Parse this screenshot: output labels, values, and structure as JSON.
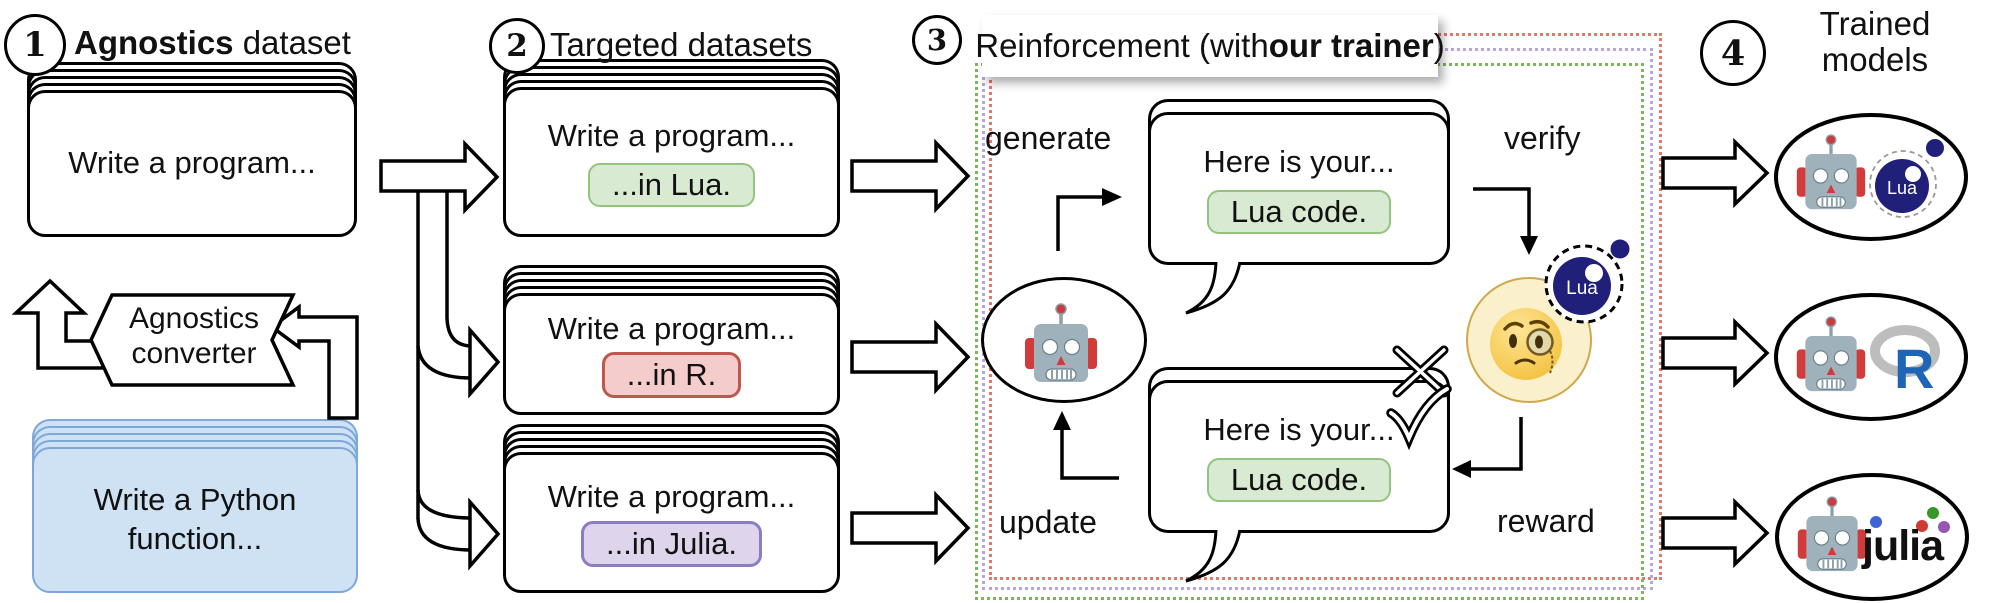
{
  "step1": {
    "number": "1",
    "title_bold": "Agnostics",
    "title_rest": " dataset",
    "card_prompt": "Write a program...",
    "converter_line1": "Agnostics",
    "converter_line2": "converter",
    "python_card_prompt": "Write a Python function..."
  },
  "step2": {
    "number": "2",
    "title": "Targeted datasets",
    "cards": [
      {
        "prompt": "Write a program...",
        "badge": "...in Lua."
      },
      {
        "prompt": "Write a program...",
        "badge": "...in R."
      },
      {
        "prompt": "Write a program...",
        "badge": "...in Julia."
      }
    ]
  },
  "step3": {
    "number": "3",
    "title_pre": "Reinforcement (with ",
    "title_bold": "our trainer",
    "title_post": ")",
    "generate_label": "generate",
    "verify_label": "verify",
    "update_label": "update",
    "reward_label": "reward",
    "bubbles": [
      {
        "text": "Here is your...",
        "badge": "Lua code."
      },
      {
        "text": "Here is your...",
        "badge": "Lua code."
      }
    ],
    "verifier_logo": "Lua"
  },
  "step4": {
    "number": "4",
    "title": "Trained models",
    "models": [
      {
        "logo": "Lua"
      },
      {
        "logo": "R"
      },
      {
        "logo": "julia"
      }
    ]
  },
  "icons": {
    "robot": "robot-emoji",
    "verifier": "face-with-monocle-emoji",
    "lua": "lua-moon-logo",
    "r": "r-language-logo",
    "julia": "julia-language-logo"
  },
  "colors": {
    "badge_green_bg": "#d9ead3",
    "badge_green_border": "#93c47d",
    "badge_red_bg": "#f4cccc",
    "badge_red_border": "#c0564f",
    "badge_purple_bg": "#ded4ec",
    "badge_purple_border": "#8e7cc3",
    "python_card_bg": "#cfe2f3",
    "python_card_border": "#7da7d9",
    "run_border_red": "#e8756a",
    "run_border_purple": "#b9a6d9",
    "run_border_green": "#7cb65c",
    "lua_navy": "#20207a",
    "r_blue": "#1f65b7",
    "julia_dot_blue": "#4063d8",
    "julia_dot_red": "#cb3c33",
    "julia_dot_green": "#389826",
    "julia_dot_purple": "#9558b2"
  }
}
